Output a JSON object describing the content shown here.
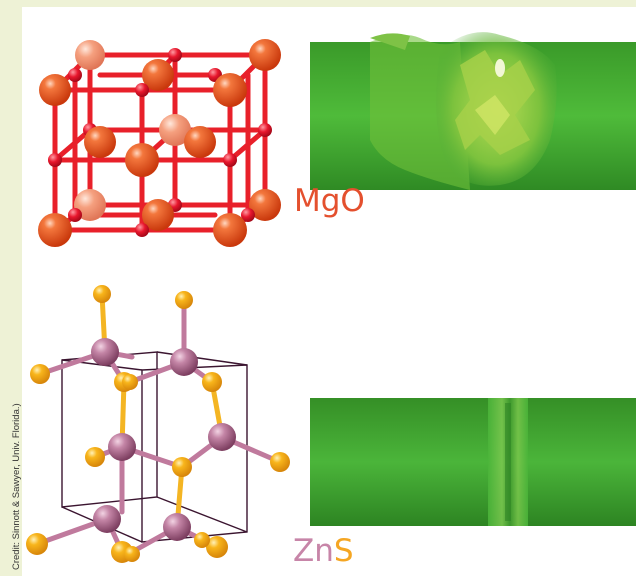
{
  "credit": "Credit: Sinnott & Sawyer, Univ. Florida.)",
  "labels": {
    "mgo": "MgO",
    "zns_zn": "Zn",
    "zns_s": "S"
  },
  "colors": {
    "background": "#eef2d6",
    "panel": "#ffffff",
    "mg_atom": "#e8501c",
    "o_atom": "#e0102a",
    "bond_red": "#e8202a",
    "zn_atom": "#b46e93",
    "s_atom": "#f6b21a",
    "surface_green": "#3fae2e"
  },
  "figures": [
    {
      "name": "MgO crystal lattice",
      "surface": "damaged green surface (top)"
    },
    {
      "name": "ZnS crystal lattice",
      "surface": "smooth green surface with narrow groove (bottom)"
    }
  ]
}
